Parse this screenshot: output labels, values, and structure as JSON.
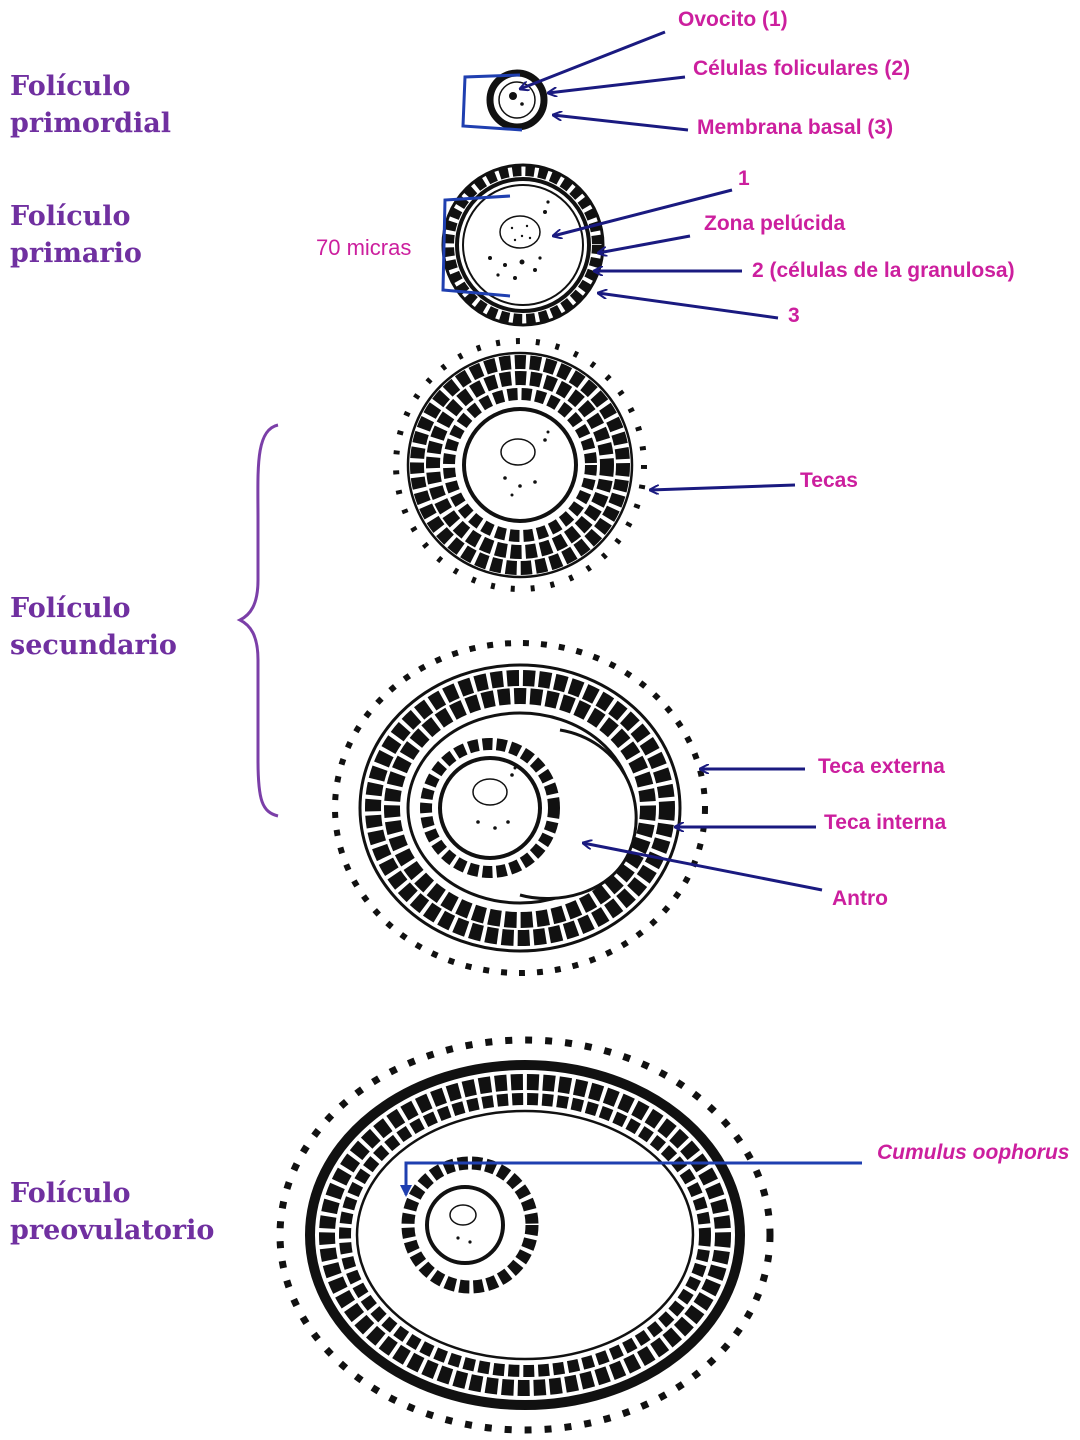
{
  "colors": {
    "stage_label": "#7030a0",
    "callout_text": "#cc1f9e",
    "arrow": "#1a1a80",
    "bracket": "#1f3fb0",
    "brace": "#7b3fa8",
    "ink": "#111111"
  },
  "stages": {
    "primordial": {
      "line1": "Folículo",
      "line2": "primordial"
    },
    "primary": {
      "line1": "Folículo",
      "line2": "primario"
    },
    "secondary": {
      "line1": "Folículo",
      "line2": "secundario"
    },
    "preovulatory": {
      "line1": "Folículo",
      "line2": "preovulatorio"
    }
  },
  "labels": {
    "ovocito": "Ovocito (1)",
    "celulas_foliculares": "Células foliculares (2)",
    "membrana_basal": "Membrana basal (3)",
    "one": "1",
    "zona_pelucida": "Zona pelúcida",
    "two_granulosa": "2  (células de la granulosa)",
    "three": "3",
    "size": "70 micras",
    "tecas": "Tecas",
    "teca_externa": "Teca externa",
    "teca_interna": "Teca interna",
    "antro": "Antro",
    "cumulus": "Cumulus oophorus"
  }
}
